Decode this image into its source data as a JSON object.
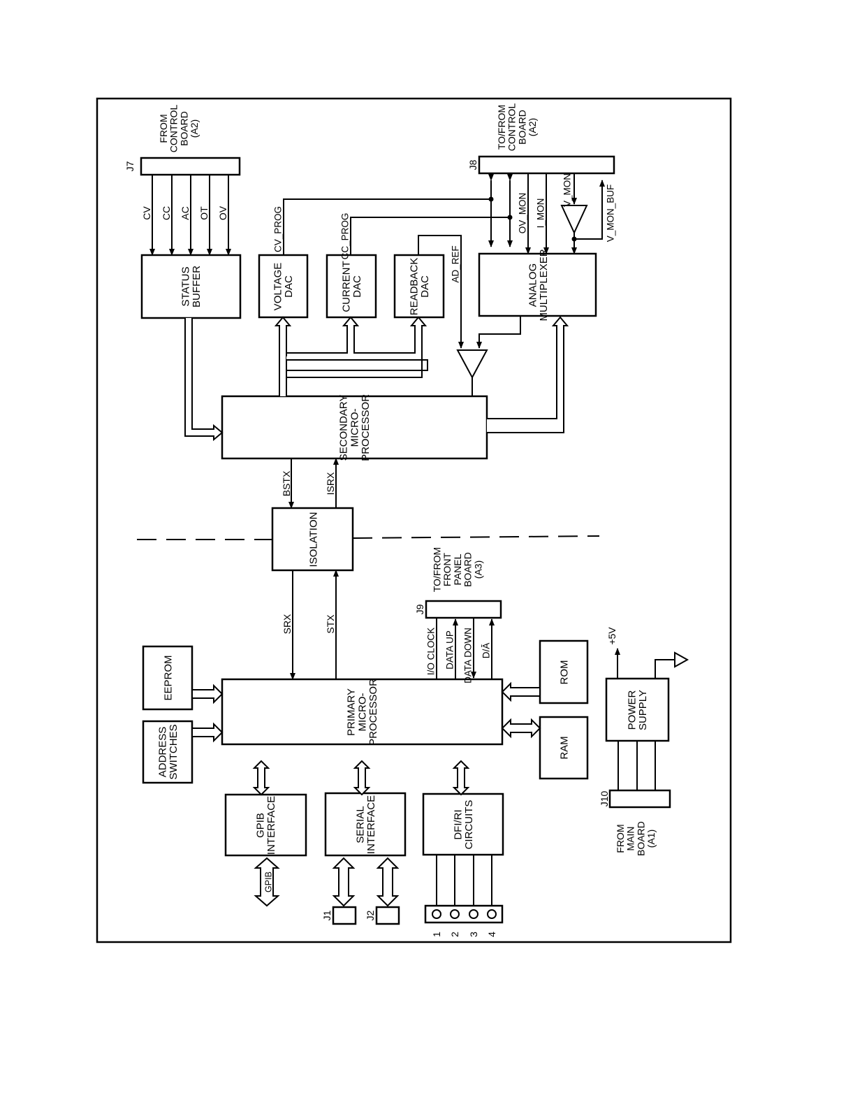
{
  "blocks": {
    "status_buffer": "STATUS\nBUFFER",
    "voltage_dac": "VOLTAGE\nDAC",
    "current_dac": "CURRENT\nDAC",
    "readback_dac": "READBACK\nDAC",
    "analog_mux": "ANALOG\nMULTIPLEXER",
    "secondary_mpu": "SECONDARY\nMICRO-\nPROCESSOR",
    "isolation": "ISOLATION",
    "primary_mpu": "PRIMARY\nMICRO-\nPROCESSOR",
    "eeprom": "EEPROM",
    "address_switches": "ADDRESS\nSWITCHES",
    "rom": "ROM",
    "ram": "RAM",
    "power_supply": "POWER\nSUPPLY",
    "gpib_interface": "GPIB\nINTERFACE",
    "serial_interface": "SERIAL\nINTERFACE",
    "dfi_ri": "DFI/RI\nCIRCUITS"
  },
  "connectors": {
    "j7": "J7",
    "j8": "J8",
    "j9": "J9",
    "j10": "J10",
    "j1": "J1",
    "j2": "J2"
  },
  "captions": {
    "j7": "FROM\nCONTROL\nBOARD\n(A2)",
    "j8": "TO/FROM\nCONTROL\nBOARD\n(A2)",
    "j9": "TO/FROM\nFRONT\nPANEL\nBOARD\n(A3)",
    "j10": "FROM\nMAIN\nBOARD\n(A1)"
  },
  "signals": {
    "cv": "CV",
    "cc": "CC",
    "ac": "AC",
    "ot": "OT",
    "ov": "OV",
    "cv_prog": "CV_PROG",
    "cc_prog": "CC_PROG",
    "ad_ref": "AD_REF",
    "ov_mon": "OV_MON",
    "i_mon": "I_MON",
    "v_mon": "V_MON",
    "v_mon_buf": "V_MON_BUF",
    "bstx": "BSTX",
    "isrx": "ISRX",
    "srx": "SRX",
    "stx": "STX",
    "io_clock": "I/O CLOCK",
    "data_up": "DATA UP",
    "data_down": "DATA DOWN",
    "d_a": "D/Ā",
    "plus5v": "+5V",
    "gpib": "GPIB"
  },
  "ports": [
    "1",
    "2",
    "3",
    "4"
  ]
}
